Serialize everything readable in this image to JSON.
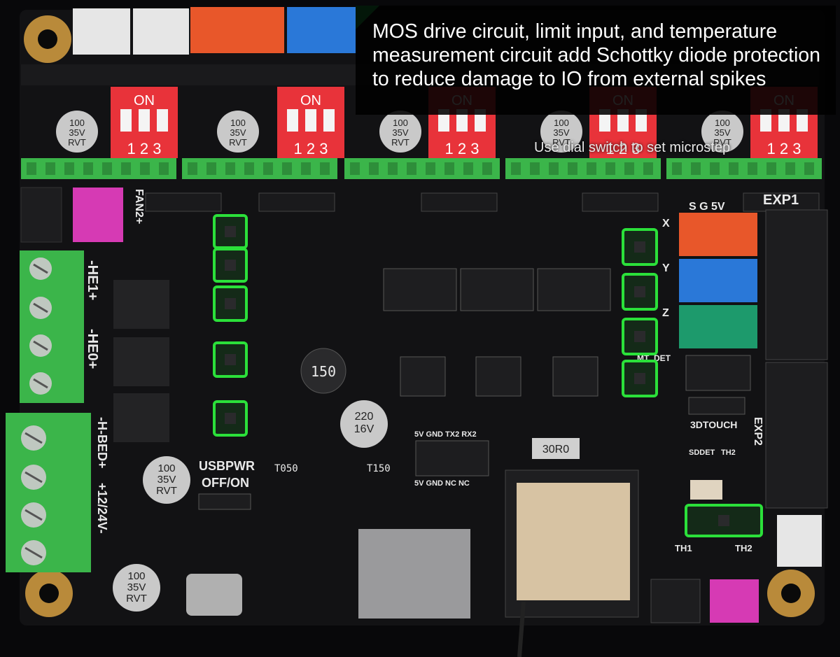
{
  "caption": {
    "text": "MOS drive circuit, limit input, and temperature measurement circuit add Schottky diode protection to reduce damage to IO from external spikes"
  },
  "microstep_note": "Use dial switch to set microstep",
  "silkscreen": {
    "dip_on": "ON",
    "dip_numbers": "1 2 3",
    "cap_value": "100",
    "cap_voltage": "35V",
    "cap_brand": "RVT",
    "cap2_value": "220",
    "cap2_voltage": "16V",
    "fan2": "FAN2+",
    "he1": "-HE1+",
    "he0": "-HE0+",
    "bed": "-H-BED+",
    "power": "+12/24V-",
    "usbpwr": "USBPWR",
    "offon": "OFF/ON",
    "exp1": "EXP1",
    "exp2": "EXP2",
    "sg5v": "S G 5V",
    "x": "X",
    "y": "Y",
    "z": "Z",
    "mtdet": "MT_DET",
    "touch": "3DTOUCH",
    "sddet": "SDDET",
    "th2": "TH2",
    "th1_label": "TH1",
    "th2_label": "TH2",
    "uart": "5V GND TX2 RX2",
    "uart2": "5V GND NC NC",
    "inductor": "150",
    "resistor": "30R0",
    "t050": "T050",
    "t150": "T150"
  },
  "colors": {
    "pcb": "#121214",
    "highlight": "#2be03a",
    "terminal_green": "#3bb54a",
    "dip_red": "#e8333a",
    "jst_orange": "#e8572a",
    "jst_blue": "#2a78d8",
    "jst_teal": "#1d9a6c",
    "jst_magenta": "#d63ab4"
  }
}
